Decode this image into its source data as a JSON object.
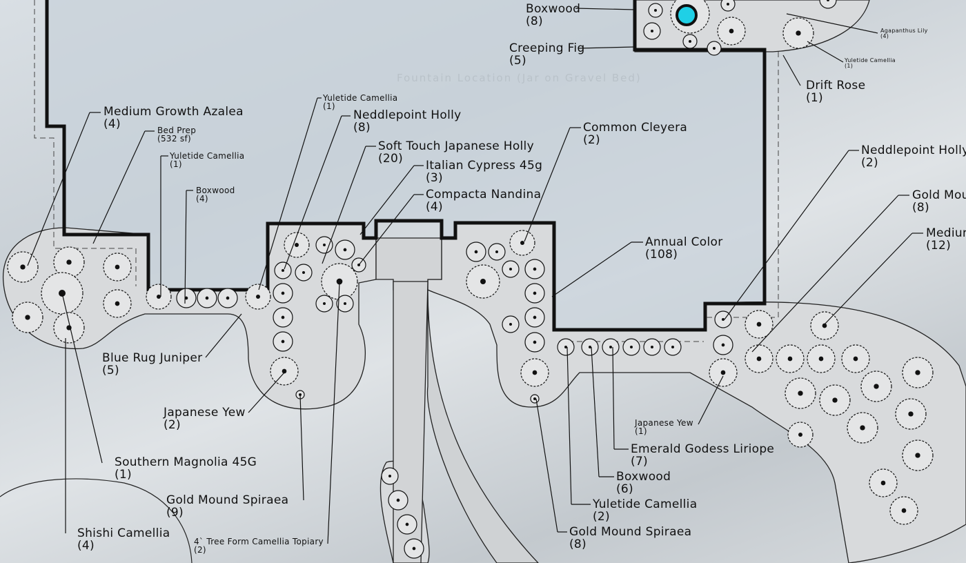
{
  "plan": {
    "fountain_note": "Fountain Location (Jar on Gravel Bed)",
    "labels": [
      {
        "name": "Boxwood",
        "qty": "(8)"
      },
      {
        "name": "Creeping Fig",
        "qty": "(5)"
      },
      {
        "name": "Agapanthus Lily",
        "qty": "(4)"
      },
      {
        "name": "Yuletide Camellia",
        "qty": "(1)"
      },
      {
        "name": "Drift Rose",
        "qty": "(1)"
      },
      {
        "name": "Medium Growth Azalea",
        "qty": "(4)"
      },
      {
        "name": "Bed Prep",
        "qty": "(532 sf)"
      },
      {
        "name": "Yuletide Camellia",
        "qty": "(1)"
      },
      {
        "name": "Boxwood",
        "qty": "(4)"
      },
      {
        "name": "Yuletide Camellia",
        "qty": "(1)"
      },
      {
        "name": "Neddlepoint Holly",
        "qty": "(8)"
      },
      {
        "name": "Soft Touch Japanese Holly",
        "qty": "(20)"
      },
      {
        "name": "Italian Cypress 45g",
        "qty": "(3)"
      },
      {
        "name": "Compacta Nandina",
        "qty": "(4)"
      },
      {
        "name": "Common Cleyera",
        "qty": "(2)"
      },
      {
        "name": "Neddlepoint Holly",
        "qty": "(2)"
      },
      {
        "name": "Gold Mou",
        "qty": "(8)"
      },
      {
        "name": "Mediur",
        "qty": "(12)"
      },
      {
        "name": "Annual Color",
        "qty": "(108)"
      },
      {
        "name": "Blue Rug Juniper",
        "qty": "(5)"
      },
      {
        "name": "Japanese Yew",
        "qty": "(2)"
      },
      {
        "name": "Southern Magnolia 45G",
        "qty": "(1)"
      },
      {
        "name": "Gold Mound Spiraea",
        "qty": "(9)"
      },
      {
        "name": "Shishi Camellia",
        "qty": "(4)"
      },
      {
        "name": "4` Tree Form Camellia Topiary",
        "qty": "(2)"
      },
      {
        "name": "Japanese Yew",
        "qty": "(1)"
      },
      {
        "name": "Emerald Godess Liriope",
        "qty": "(7)"
      },
      {
        "name": "Boxwood",
        "qty": "(6)"
      },
      {
        "name": "Yuletide Camellia",
        "qty": "(2)"
      },
      {
        "name": "Gold Mound Spiraea",
        "qty": "(8)"
      }
    ]
  },
  "colors": {
    "fountain": "#1fd0e6",
    "bed": "#d6d8da",
    "house": "#c8d2da",
    "line": "#111111"
  }
}
